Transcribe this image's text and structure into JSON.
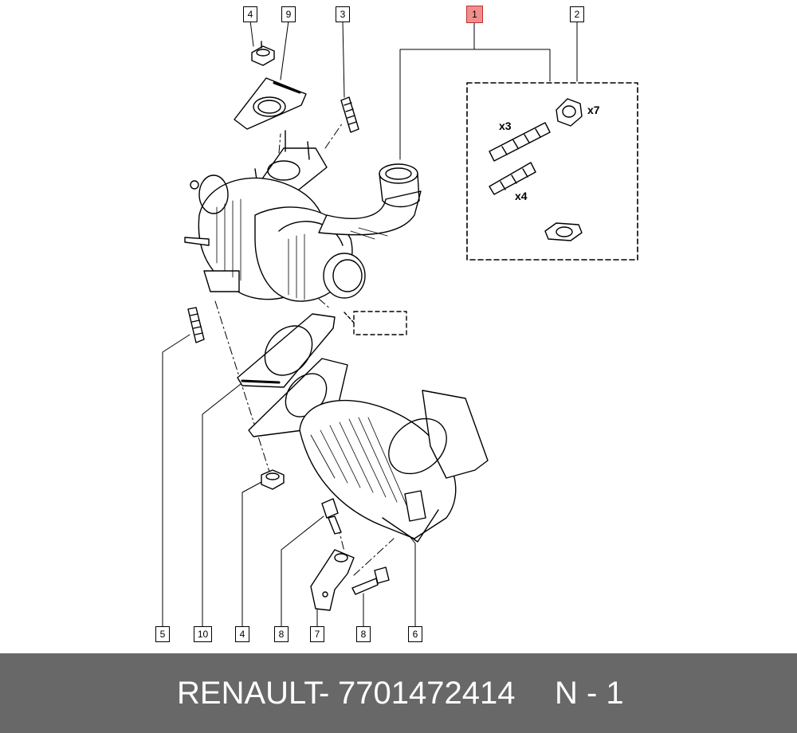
{
  "callouts": {
    "top_4": "4",
    "top_9": "9",
    "top_3": "3",
    "top_1": "1",
    "top_2": "2",
    "bottom_5": "5",
    "bottom_10": "10",
    "bottom_4": "4",
    "bottom_8a": "8",
    "bottom_7": "7",
    "bottom_8b": "8",
    "bottom_6": "6"
  },
  "kit": {
    "qty_studs_long": "x3",
    "qty_studs_short": "x4",
    "qty_nuts": "x7"
  },
  "footer": {
    "brand": "RENAULT",
    "separator": "-",
    "part_number": "7701472414",
    "page": "N - 1"
  },
  "colors": {
    "footer_bg": "#686868",
    "highlight": "#f08e8e",
    "line": "#000000"
  }
}
